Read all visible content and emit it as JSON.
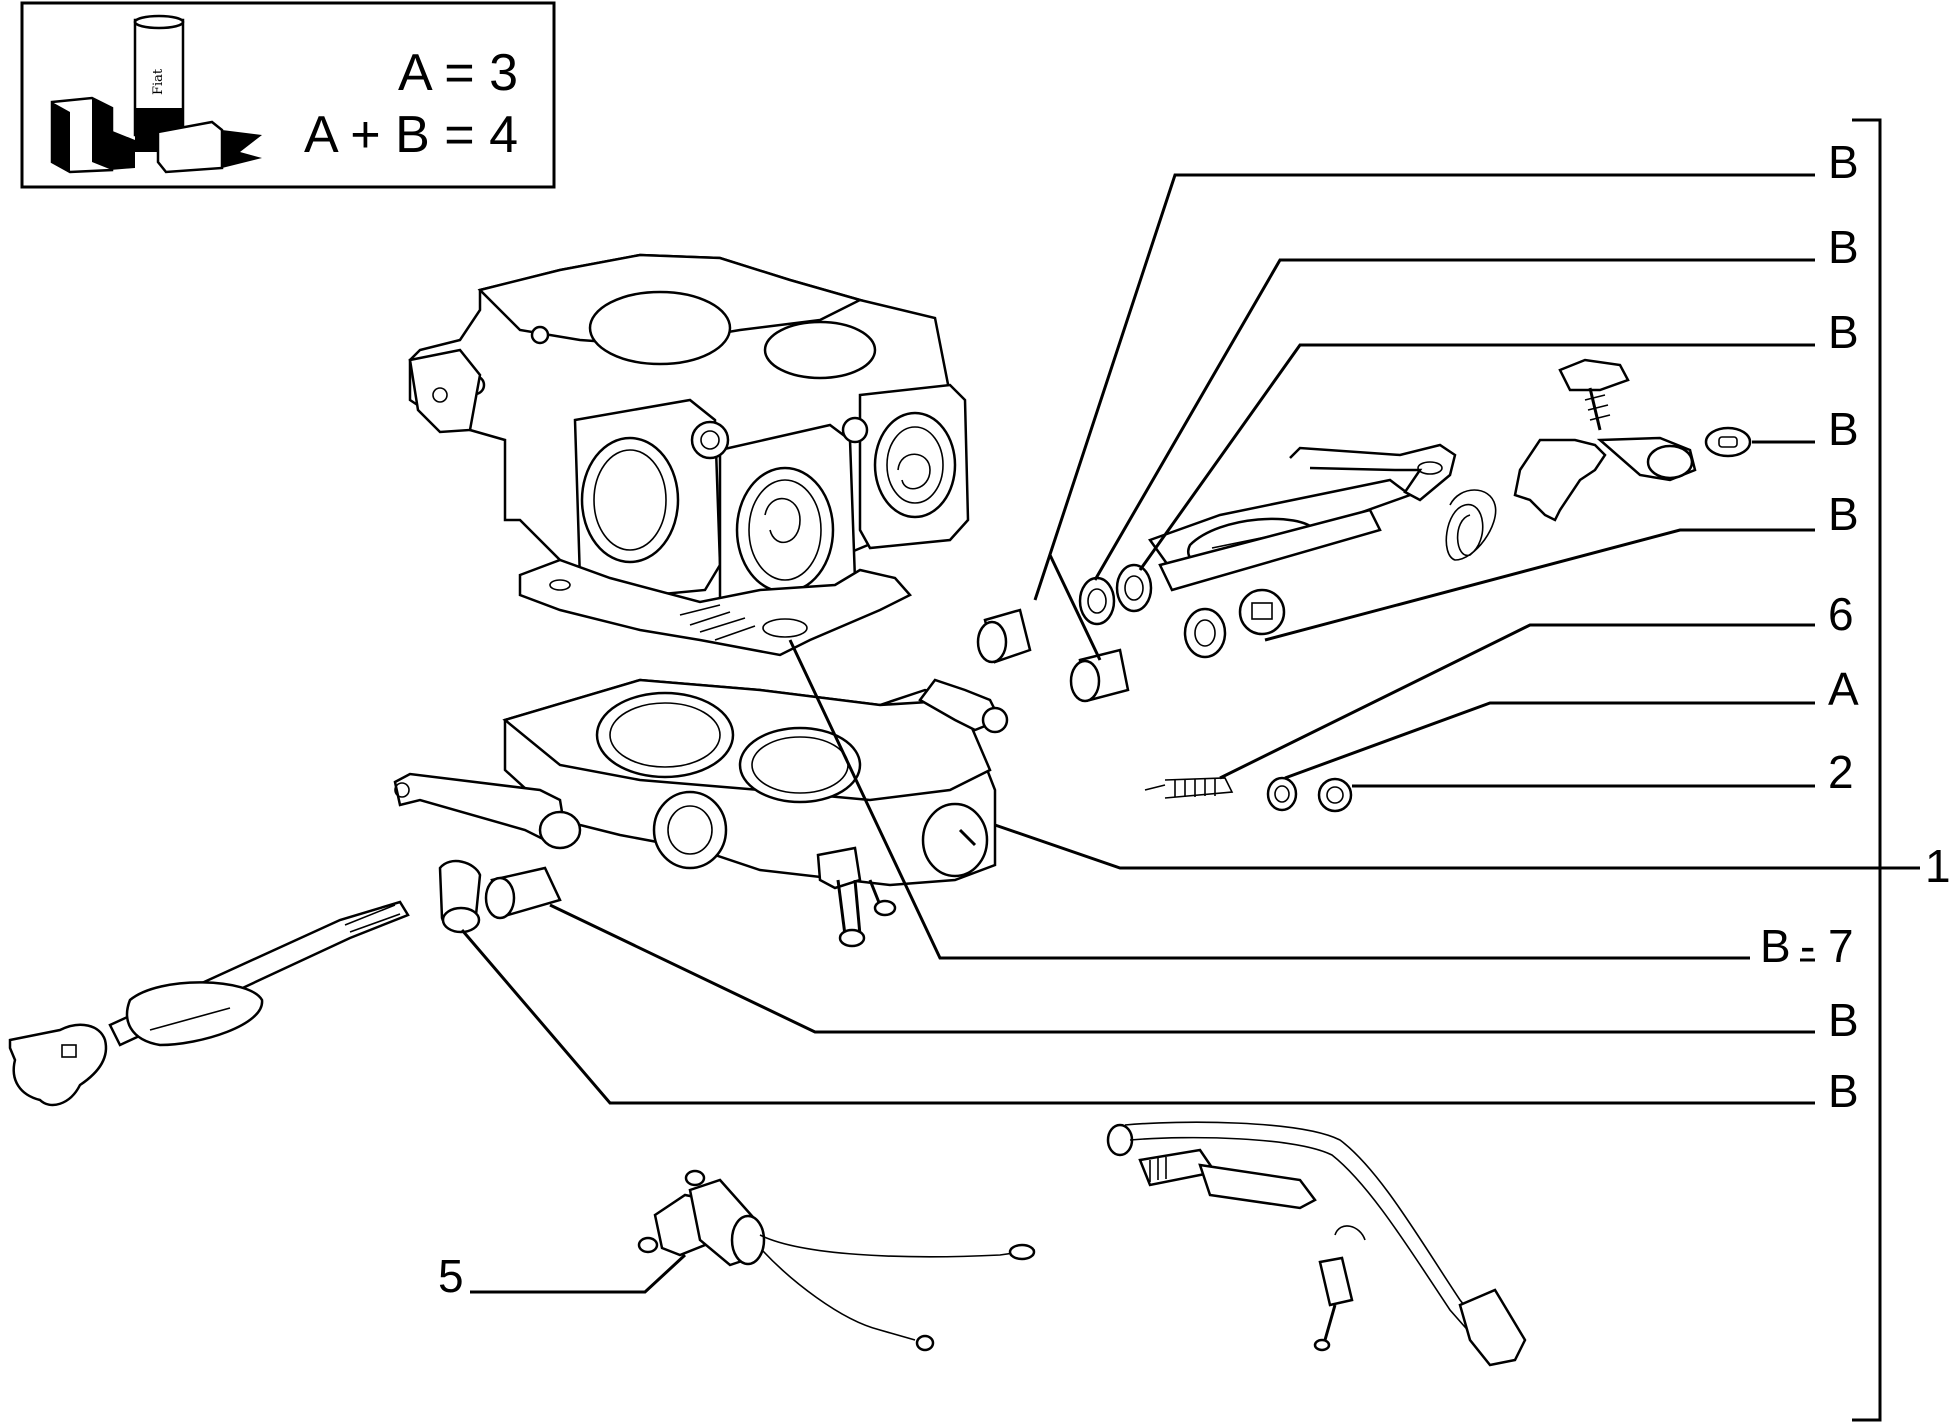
{
  "legend": {
    "can_brand": "Fiat",
    "line1": "A = 3",
    "line2": "A + B = 4"
  },
  "callouts": {
    "b_top1": "B",
    "b_top2": "B",
    "b_top3": "B",
    "b_top4": "B",
    "b_top5": "B",
    "six": "6",
    "a": "A",
    "two": "2",
    "one": "1",
    "b_seven_b": "B",
    "b_seven_dash": "-",
    "b_seven_7": "7",
    "b_low1": "B",
    "b_low2": "B",
    "five": "5"
  }
}
